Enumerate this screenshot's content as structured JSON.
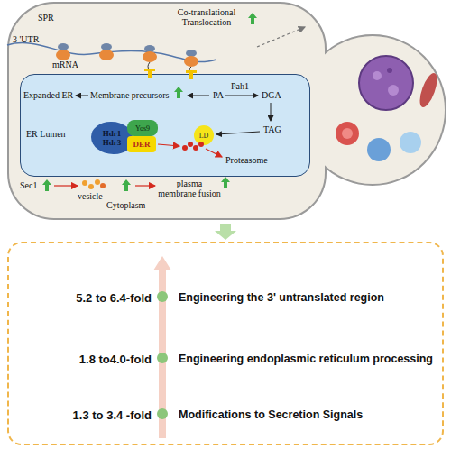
{
  "diagram": {
    "nodes": [
      {
        "text": [
          "Cytoplasm"
        ]
      },
      {
        "text": [
          "ER Lumen"
        ],
        "in": 0
      },
      {
        "text": [
          "Hdr1",
          "Hdr3"
        ],
        "in": 1
      },
      {
        "text": [
          "Yos9"
        ],
        "in": 1
      },
      {
        "text": [
          "DER"
        ],
        "in": 1
      },
      {
        "text": [
          "LD"
        ],
        "in": 1
      },
      {
        "text": [
          "5.2 to 6.4-fold",
          "Engineering the 3' untranslated region",
          "1.8 to4.0-fold",
          "Engineering endoplasmic reticulum processing",
          "1.3 to 3.4 -fold",
          "Modifications to Secretion Signals"
        ]
      }
    ],
    "labels": [
      "SPR",
      "3 'UTR",
      "mRNA",
      "Co-translational Translocation",
      "Expanded ER",
      "Membrane precursors",
      "PA",
      "Pah1",
      "DGA",
      "TAG",
      "Proteasome",
      "Sec1",
      "vesicle",
      "plasma membrane fusion"
    ]
  }
}
